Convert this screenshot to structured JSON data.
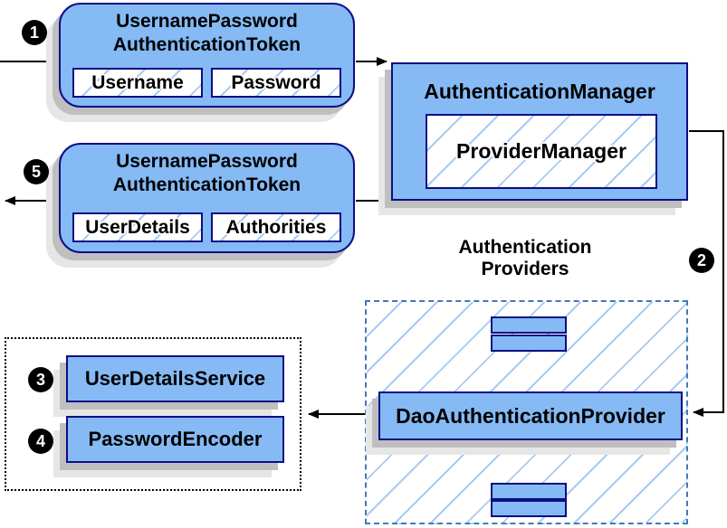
{
  "badges": {
    "request": "1",
    "to_providers": "2",
    "user_details_service": "3",
    "password_encoder": "4",
    "response": "5"
  },
  "request_token": {
    "title_line1": "UsernamePassword",
    "title_line2": "AuthenticationToken",
    "field1": "Username",
    "field2": "Password"
  },
  "response_token": {
    "title_line1": "UsernamePassword",
    "title_line2": "AuthenticationToken",
    "field1": "UserDetails",
    "field2": "Authorities"
  },
  "authentication_manager": {
    "title": "AuthenticationManager",
    "inner": "ProviderManager"
  },
  "providers": {
    "heading_line1": "Authentication",
    "heading_line2": "Providers",
    "main_provider": "DaoAuthenticationProvider"
  },
  "services": {
    "item1": "UserDetailsService",
    "item2": "PasswordEncoder"
  },
  "colors": {
    "box_fill": "#85baf5",
    "box_border": "#0d0d85",
    "hatch_line": "#a8cbf2",
    "dashed_border": "#4478b8",
    "dotted_border": "#000000",
    "shadow_dark": "#bfbfbf",
    "shadow_light": "#e6e6e6",
    "badge_bg": "#000000",
    "badge_text": "#ffffff",
    "line": "#000000"
  }
}
